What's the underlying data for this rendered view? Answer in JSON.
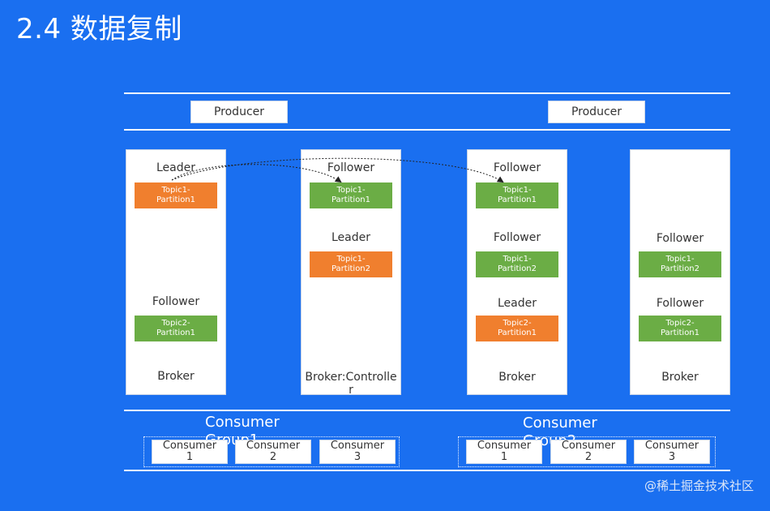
{
  "slide": {
    "title": "2.4 数据复制"
  },
  "colors": {
    "background": "#1a6ff0",
    "leader": "#f07f2e",
    "follower": "#6bad45",
    "box": "#ffffff"
  },
  "producers": [
    {
      "label": "Producer"
    },
    {
      "label": "Producer"
    }
  ],
  "brokers": [
    {
      "label": "Broker",
      "entries": [
        {
          "role": "Leader",
          "partition": "Topic1-Partition1",
          "kind": "leader"
        },
        {
          "role": "Follower",
          "partition": "Topic2-Partition1",
          "kind": "follower"
        }
      ]
    },
    {
      "label": "Broker:Controller",
      "entries": [
        {
          "role": "Follower",
          "partition": "Topic1-Partition1",
          "kind": "follower"
        },
        {
          "role": "Leader",
          "partition": "Topic1-Partition2",
          "kind": "leader"
        }
      ]
    },
    {
      "label": "Broker",
      "entries": [
        {
          "role": "Follower",
          "partition": "Topic1-Partition1",
          "kind": "follower"
        },
        {
          "role": "Follower",
          "partition": "Topic1-Partition2",
          "kind": "follower"
        },
        {
          "role": "Leader",
          "partition": "Topic2-Partition1",
          "kind": "leader"
        }
      ]
    },
    {
      "label": "Broker",
      "entries": [
        {
          "role": "Follower",
          "partition": "Topic1-Partition2",
          "kind": "follower"
        },
        {
          "role": "Follower",
          "partition": "Topic2-Partition1",
          "kind": "follower"
        }
      ]
    }
  ],
  "consumer_groups": [
    {
      "label": "Consumer Group1",
      "consumers": [
        "Consumer1",
        "Consumer2",
        "Consumer3"
      ]
    },
    {
      "label": "Consumer Group2",
      "consumers": [
        "Consumer1",
        "Consumer2",
        "Consumer3"
      ]
    }
  ],
  "watermark": "@稀土掘金技术社区"
}
